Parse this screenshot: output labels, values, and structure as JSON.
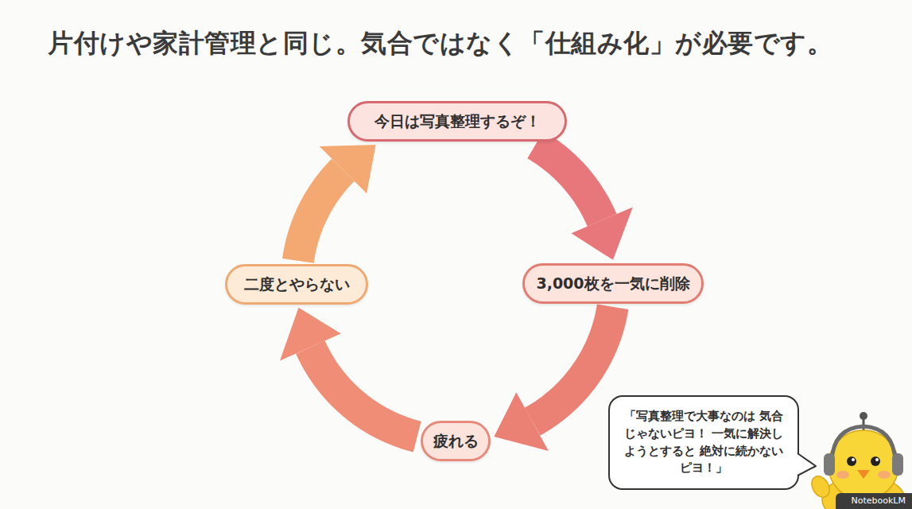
{
  "diagram": {
    "title": "片付けや家計管理と同じ。気合ではなく「仕組み化」が必要です。",
    "nodes": [
      {
        "text": [
          "今日は写真整理するぞ！"
        ]
      },
      {
        "text": [
          "3,000枚を一気に削除"
        ]
      },
      {
        "text": [
          "疲れる"
        ]
      },
      {
        "text": [
          "二度とやらない"
        ]
      },
      {
        "text": [
          "「写真整理で大事なのは 気合じゃないピヨ！ 一気に解決しようとすると 絶対に続かないピヨ！」"
        ]
      }
    ],
    "edges": [
      {
        "from": 0,
        "to": 1,
        "arrow": "to"
      },
      {
        "from": 1,
        "to": 2,
        "arrow": "to"
      },
      {
        "from": 2,
        "to": 3,
        "arrow": "to"
      },
      {
        "from": 3,
        "to": 0,
        "arrow": "to"
      }
    ],
    "labels": [
      "NotebookLM"
    ]
  }
}
